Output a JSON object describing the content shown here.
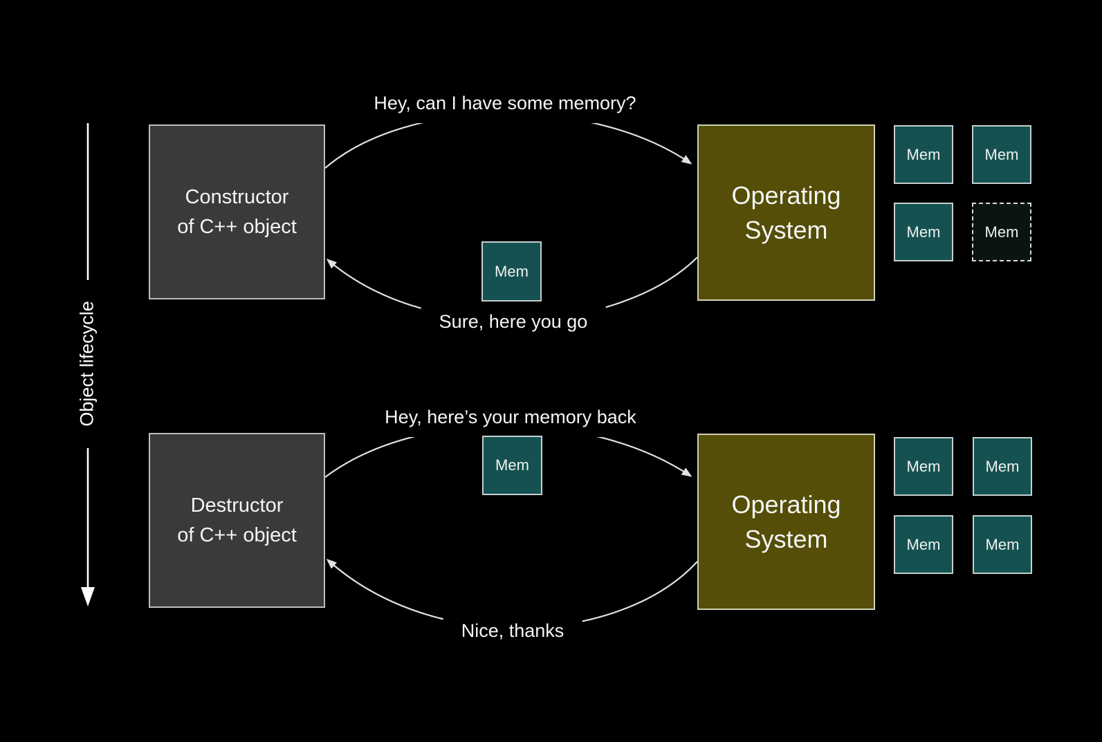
{
  "diagram": {
    "lifecycle_axis": {
      "label": "Object lifecycle"
    },
    "top_flow": {
      "actor_box": {
        "label": "Constructor\nof C++ object"
      },
      "os_box": {
        "label": "Operating\nSystem"
      },
      "request_message": "Hey, can I have some memory?",
      "response_message": "Sure, here you go",
      "memory_chip": {
        "label": "Mem"
      },
      "os_memory_cells": [
        {
          "label": "Mem",
          "state": "held"
        },
        {
          "label": "Mem",
          "state": "held"
        },
        {
          "label": "Mem",
          "state": "held"
        },
        {
          "label": "Mem",
          "state": "handed-out"
        }
      ]
    },
    "bottom_flow": {
      "actor_box": {
        "label": "Destructor\nof C++ object"
      },
      "os_box": {
        "label": "Operating\nSystem"
      },
      "request_message": "Hey, here’s your memory back",
      "response_message": "Nice, thanks",
      "memory_chip": {
        "label": "Mem"
      },
      "os_memory_cells": [
        {
          "label": "Mem",
          "state": "held"
        },
        {
          "label": "Mem",
          "state": "held"
        },
        {
          "label": "Mem",
          "state": "held"
        },
        {
          "label": "Mem",
          "state": "held"
        }
      ]
    },
    "colors": {
      "background": "#000000",
      "object_box_fill": "#3a3a3a",
      "object_box_border": "#bfbfbf",
      "os_box_fill": "#544e08",
      "os_box_border": "#d2d0ba",
      "memory_fill": "#155150",
      "memory_border": "#c5d0d0",
      "memory_empty_fill": "#0b1413",
      "arrow_stroke": "#e2e2e2",
      "text": "#f5f5f5"
    }
  }
}
